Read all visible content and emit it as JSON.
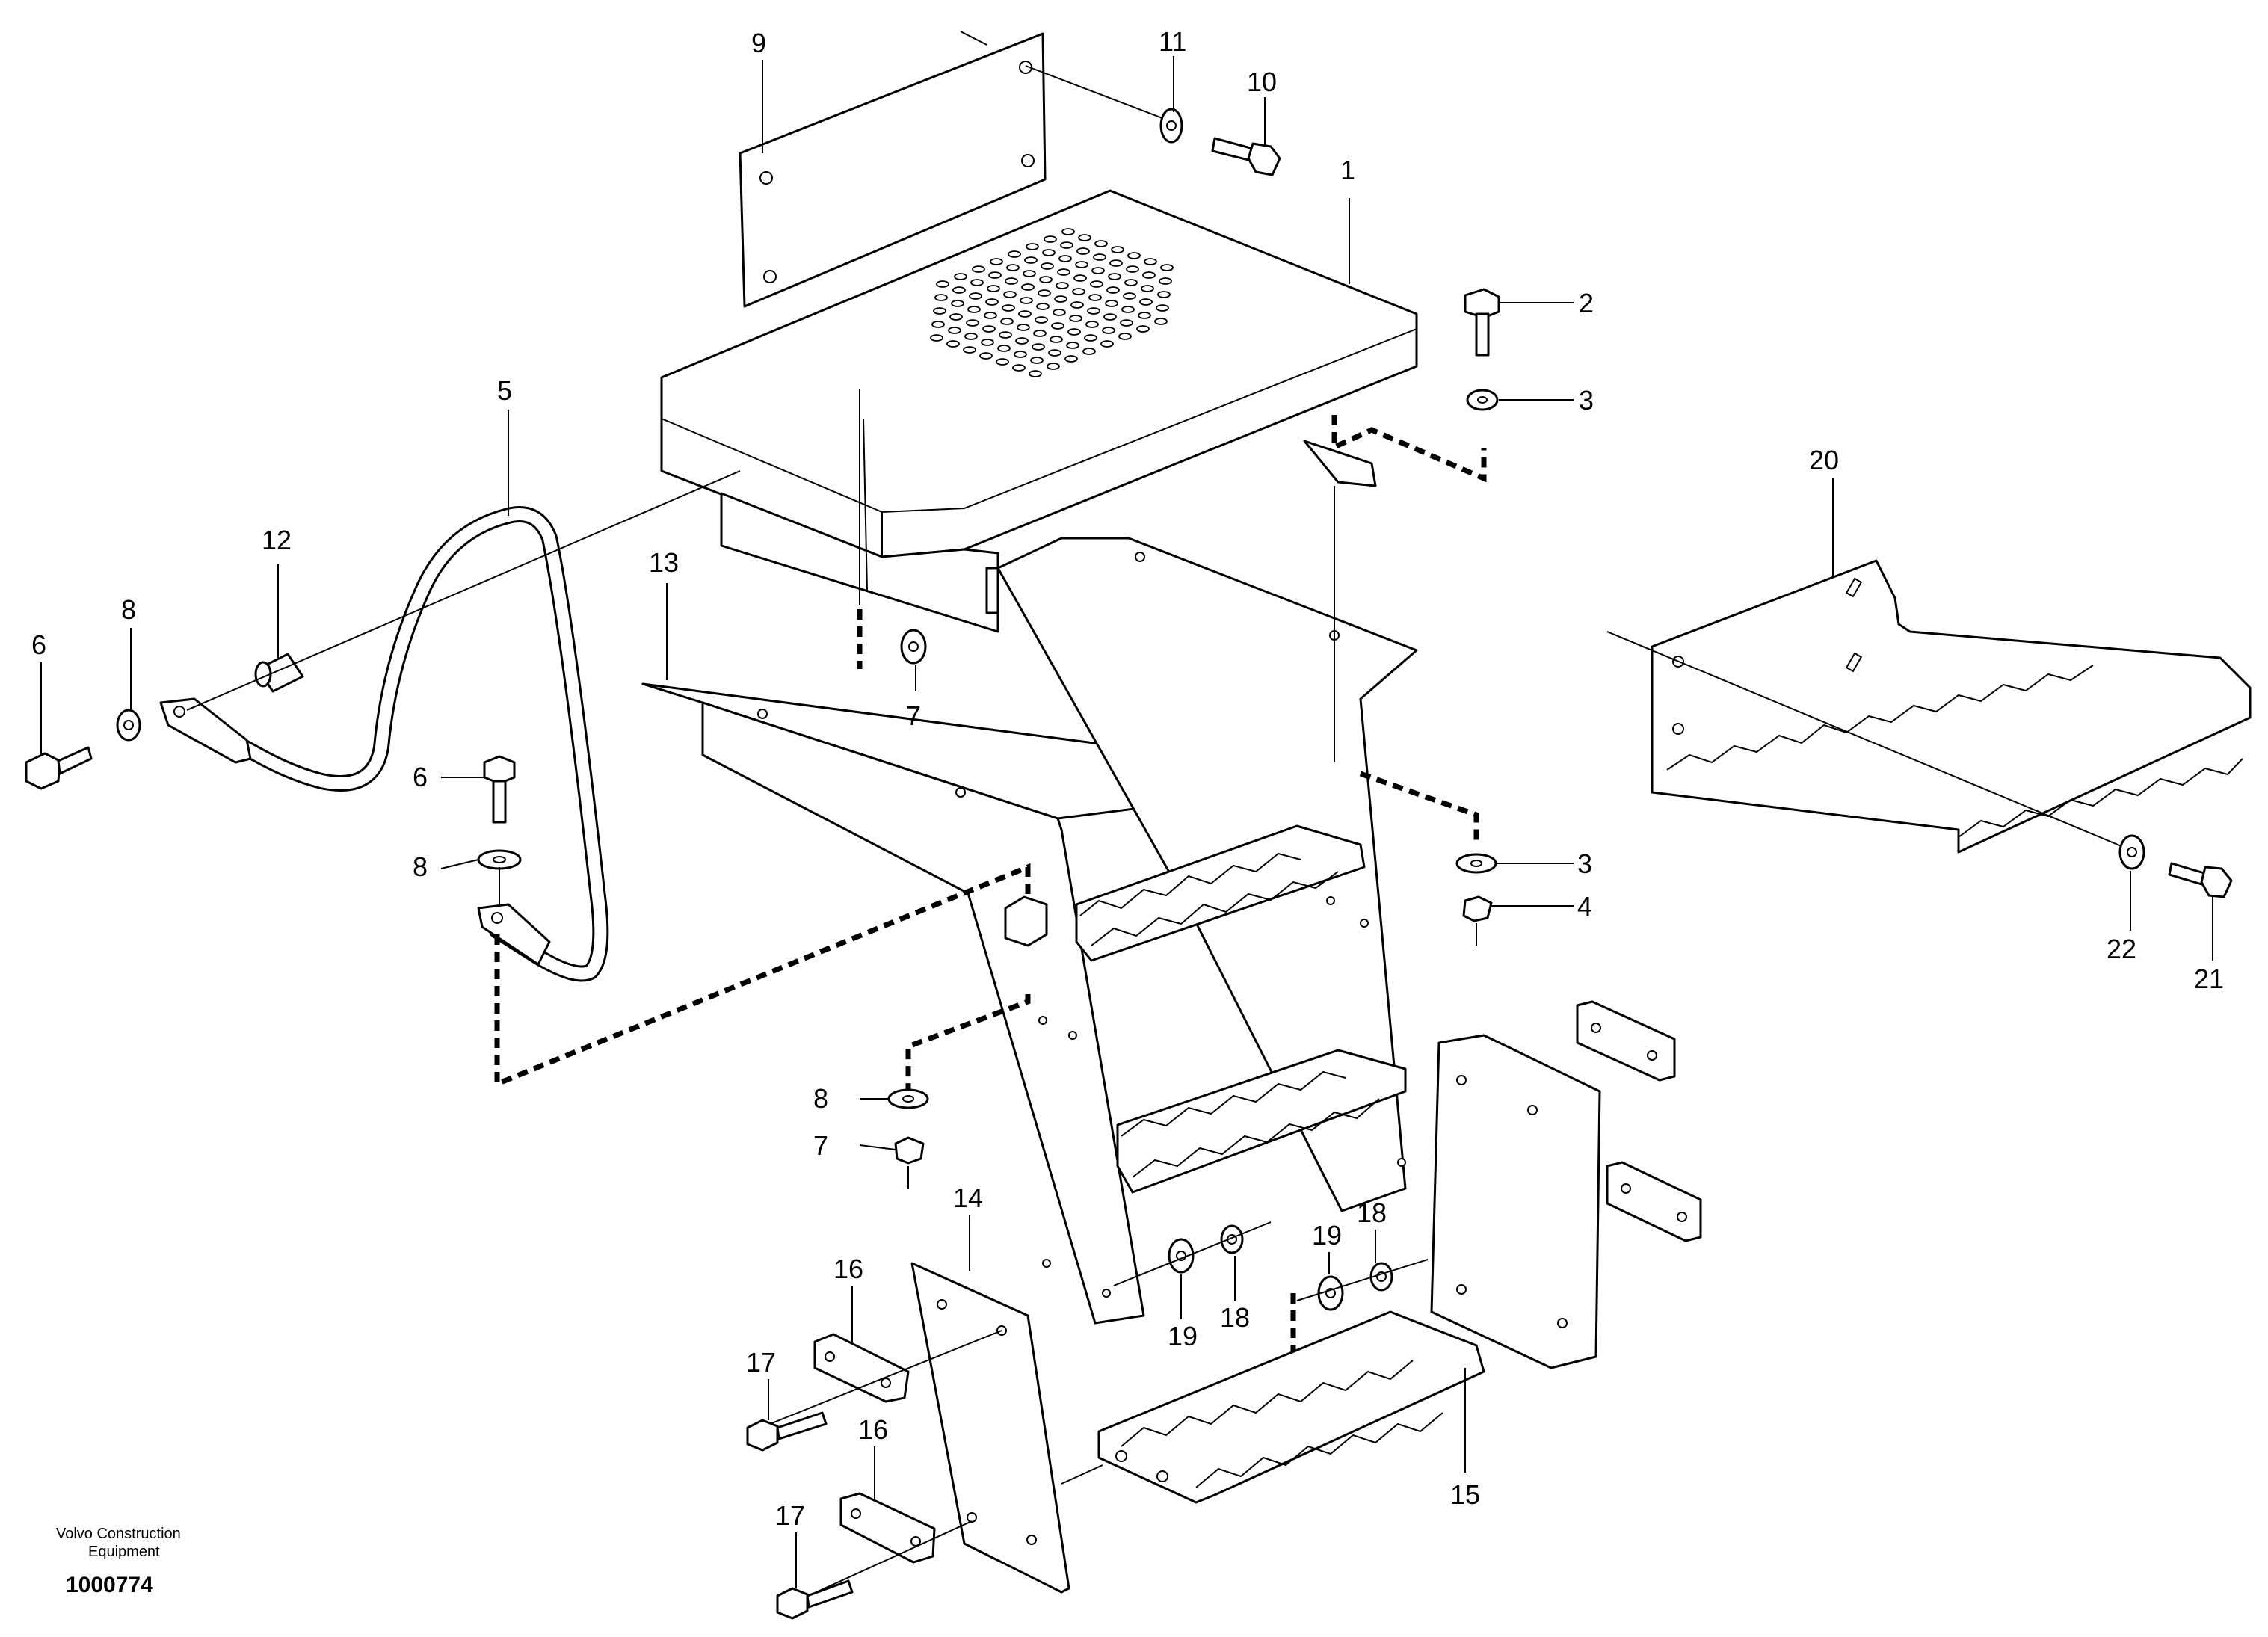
{
  "diagram": {
    "callouts": [
      {
        "id": "1",
        "label": "1"
      },
      {
        "id": "2",
        "label": "2"
      },
      {
        "id": "3a",
        "label": "3"
      },
      {
        "id": "3b",
        "label": "3"
      },
      {
        "id": "4",
        "label": "4"
      },
      {
        "id": "5",
        "label": "5"
      },
      {
        "id": "6a",
        "label": "6"
      },
      {
        "id": "6b",
        "label": "6"
      },
      {
        "id": "7a",
        "label": "7"
      },
      {
        "id": "7b",
        "label": "7"
      },
      {
        "id": "8a",
        "label": "8"
      },
      {
        "id": "8b",
        "label": "8"
      },
      {
        "id": "8c",
        "label": "8"
      },
      {
        "id": "9",
        "label": "9"
      },
      {
        "id": "10",
        "label": "10"
      },
      {
        "id": "11",
        "label": "11"
      },
      {
        "id": "12",
        "label": "12"
      },
      {
        "id": "13",
        "label": "13"
      },
      {
        "id": "14",
        "label": "14"
      },
      {
        "id": "15",
        "label": "15"
      },
      {
        "id": "16a",
        "label": "16"
      },
      {
        "id": "16b",
        "label": "16"
      },
      {
        "id": "17a",
        "label": "17"
      },
      {
        "id": "17b",
        "label": "17"
      },
      {
        "id": "18a",
        "label": "18"
      },
      {
        "id": "18b",
        "label": "18"
      },
      {
        "id": "19a",
        "label": "19"
      },
      {
        "id": "19b",
        "label": "19"
      },
      {
        "id": "20",
        "label": "20"
      },
      {
        "id": "21",
        "label": "21"
      },
      {
        "id": "22",
        "label": "22"
      }
    ],
    "footer": {
      "brand_line1": "Volvo Construction",
      "brand_line2": "Equipment",
      "figure_number": "1000774"
    }
  }
}
